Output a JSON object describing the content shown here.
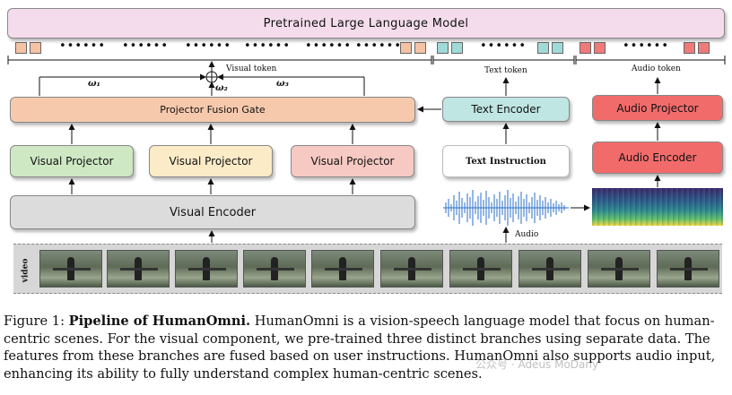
{
  "diagram": {
    "llm": "Pretrained Large Language Model",
    "visual_token": "Visual token",
    "text_token": "Text token",
    "audio_token": "Audio token",
    "projector_fusion_gate": "Projector Fusion Gate",
    "omega1": "ω₁",
    "omega2": "ω₂",
    "omega3": "ω₃",
    "visual_projector_1": "Visual Projector",
    "visual_projector_2": "Visual Projector",
    "visual_projector_3": "Visual Projector",
    "visual_encoder": "Visual Encoder",
    "text_encoder": "Text Encoder",
    "text_instruction": "Text Instruction",
    "audio_projector": "Audio Projector",
    "audio_encoder": "Audio Encoder",
    "audio": "Audio",
    "video": "video",
    "dots": "••••••",
    "colors": {
      "visual_token": "#f6c2a4",
      "text_token": "#9fdad9",
      "audio_token": "#f07a7a"
    }
  },
  "caption": {
    "label": "Figure 1: ",
    "title": "Pipeline of HumanOmni.",
    "text": " HumanOmni is a vision-speech language model that focus on human-centric scenes. For the visual component, we pre-trained three distinct branches using separate data. The features from these branches are fused based on user instructions. HumanOmni also supports audio input, enhancing its ability to fully understand complex human-centric scenes."
  },
  "watermark": "公众号 · Adeus MoDany"
}
